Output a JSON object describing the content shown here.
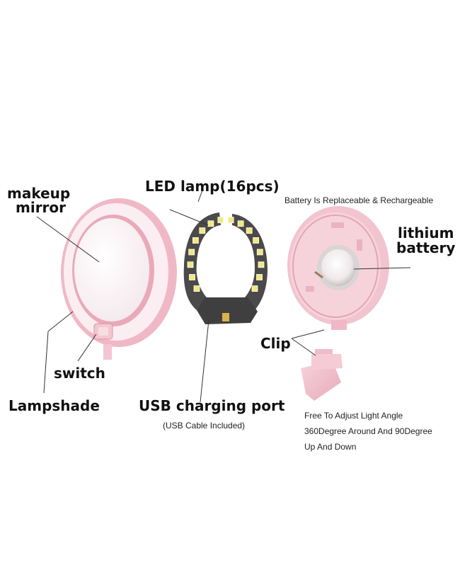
{
  "labels": {
    "makeup_mirror_line1": "makeup",
    "makeup_mirror_line2": "mirror",
    "led_lamp": "LED lamp(16pcs)",
    "battery_note": "Battery Is Replaceable & Rechargeable",
    "lithium_line1": "lithium",
    "lithium_line2": "battery",
    "clip": "Clip",
    "switch": "switch",
    "lampshade": "Lampshade",
    "usb_port": "USB charging port",
    "usb_note": "(USB Cable Included)",
    "angle_line1": "Free To Adjust Light Angle",
    "angle_line2": "360Degree Around And 90Degree",
    "angle_line3": "Up And Down"
  },
  "colors": {
    "shell_pink": "#f2c4cf",
    "shell_pink_dark": "#e3a5b4",
    "board_gray": "#4a4a4a",
    "led_yellow": "#f3e87a",
    "leader_line": "#333333"
  },
  "led_count": 16
}
